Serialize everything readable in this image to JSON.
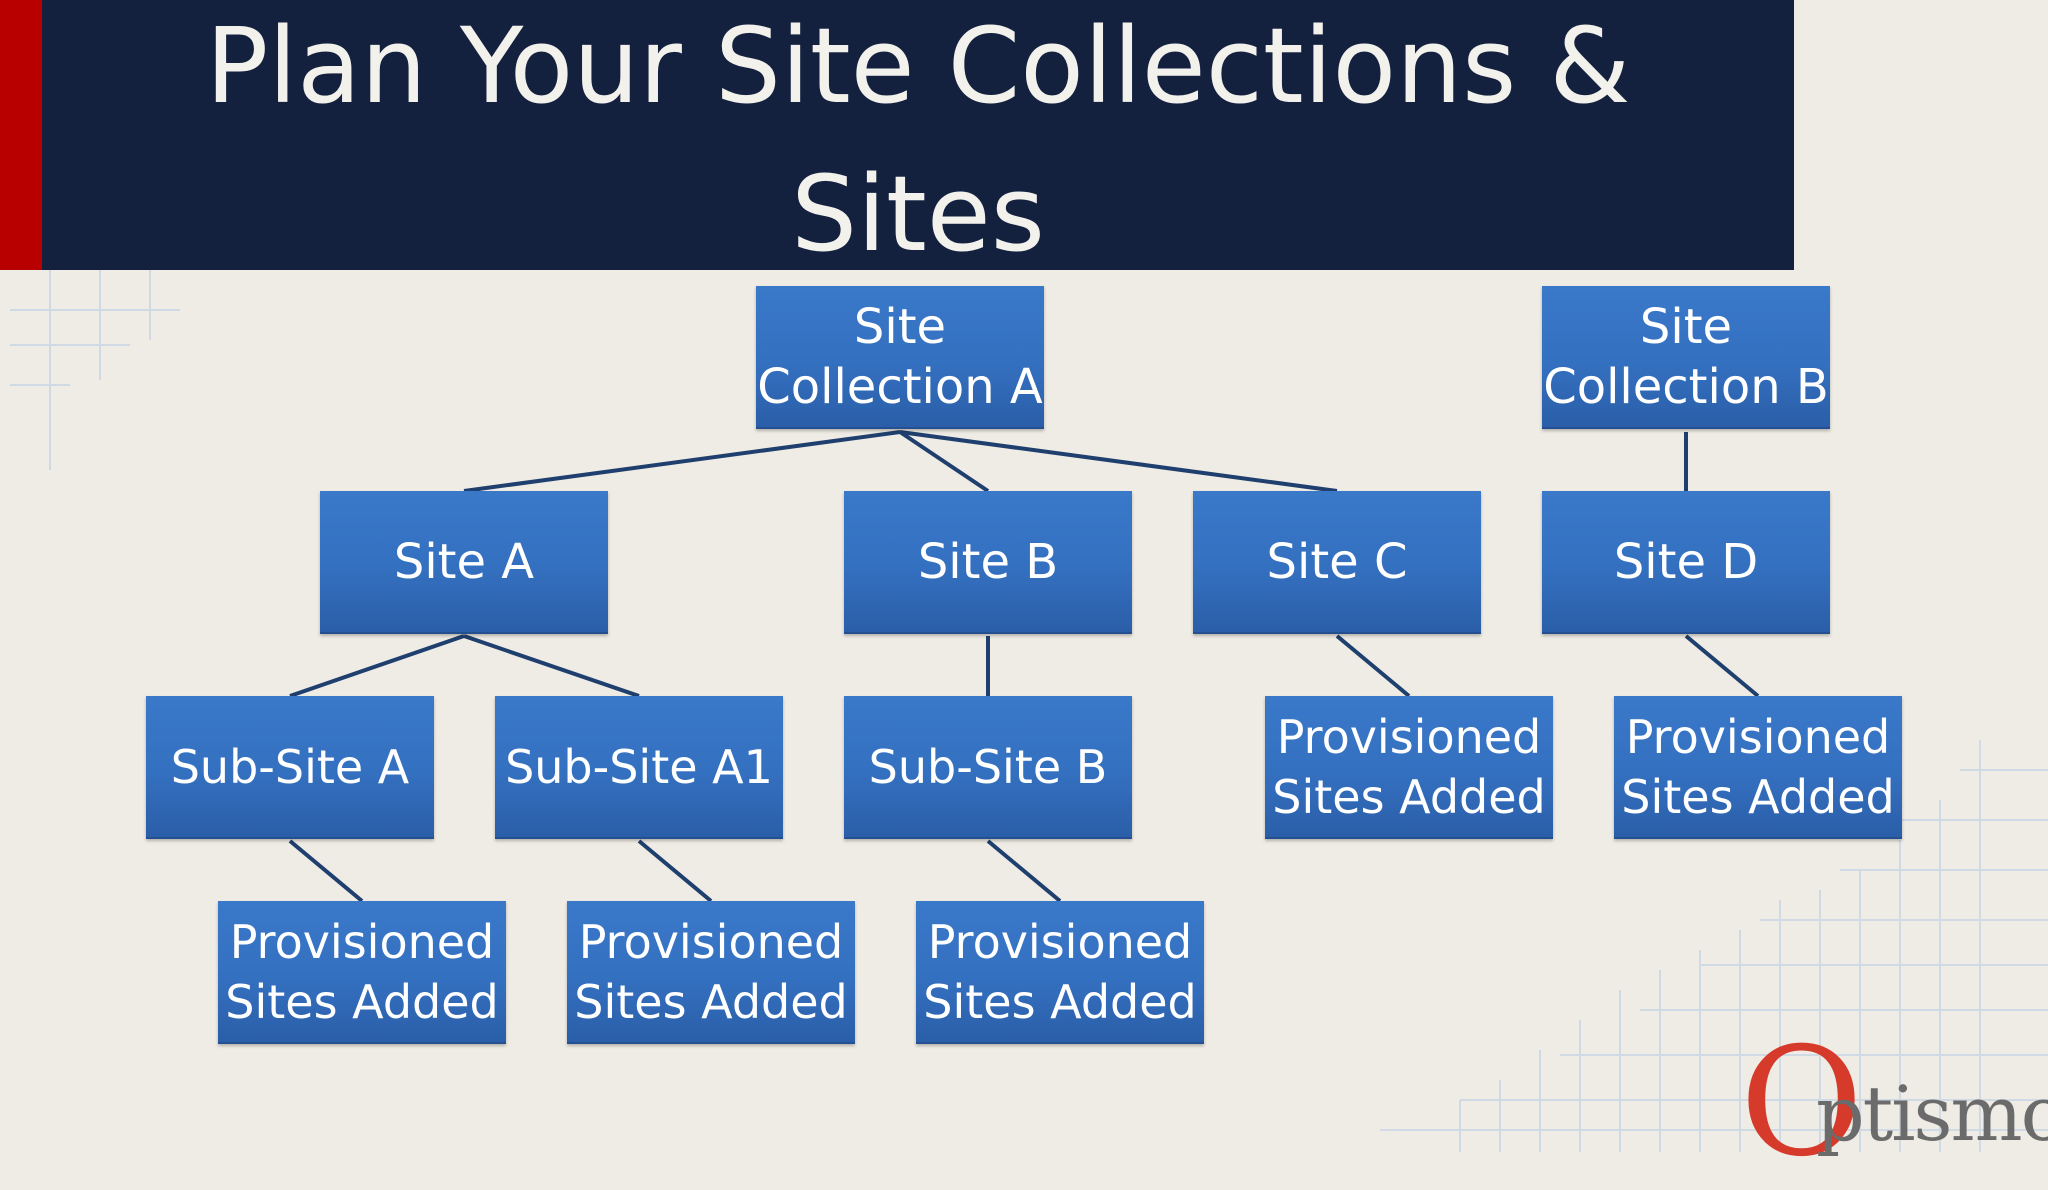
{
  "title": "Plan Your Site Collections &\nSites",
  "nodes": {
    "site_collection_a": "Site\nCollection A",
    "site_collection_b": "Site\nCollection B",
    "site_a": "Site A",
    "site_b": "Site B",
    "site_c": "Site C",
    "site_d": "Site D",
    "sub_site_a": "Sub-Site A",
    "sub_site_a1": "Sub-Site A1",
    "sub_site_b": "Sub-Site B",
    "provisioned_c": "Provisioned\nSites Added",
    "provisioned_d": "Provisioned\nSites Added",
    "provisioned_sub_a": "Provisioned\nSites Added",
    "provisioned_sub_a1": "Provisioned\nSites Added",
    "provisioned_sub_b": "Provisioned\nSites Added"
  },
  "logo": {
    "initial": "O",
    "rest": "ptismo"
  },
  "colors": {
    "title_background": "#13213f",
    "accent": "#b80000",
    "node_fill": "#3470c0",
    "connector": "#1f3f6e",
    "background": "#efece5",
    "logo_red": "#d63a2a"
  }
}
